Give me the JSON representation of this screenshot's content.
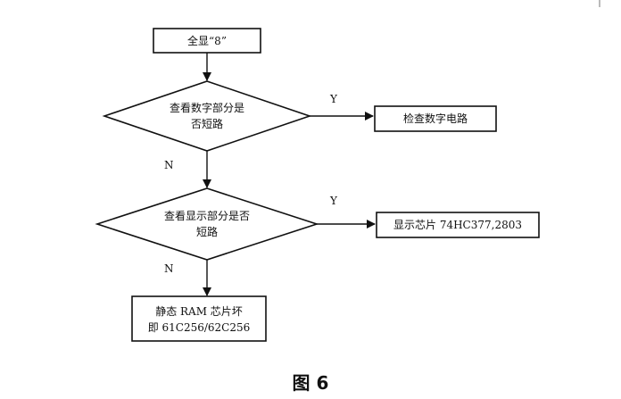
{
  "nodes": {
    "start": {
      "text": "全显“8”"
    },
    "check_digit": {
      "line1": "查看数字部分是",
      "line2": "否短路"
    },
    "check_digit_circuit": {
      "text": "检查数字电路"
    },
    "check_display": {
      "line1": "查看显示部分是否",
      "line2": "短路"
    },
    "display_chip": {
      "text": "显示芯片 74HC377,2803"
    },
    "sram": {
      "line1": "静态 RAM 芯片坏",
      "line2": "即 61C256/62C256"
    }
  },
  "edges": {
    "yes1": "Y",
    "no1": "N",
    "yes2": "Y",
    "no2": "N"
  },
  "caption": "图 6"
}
